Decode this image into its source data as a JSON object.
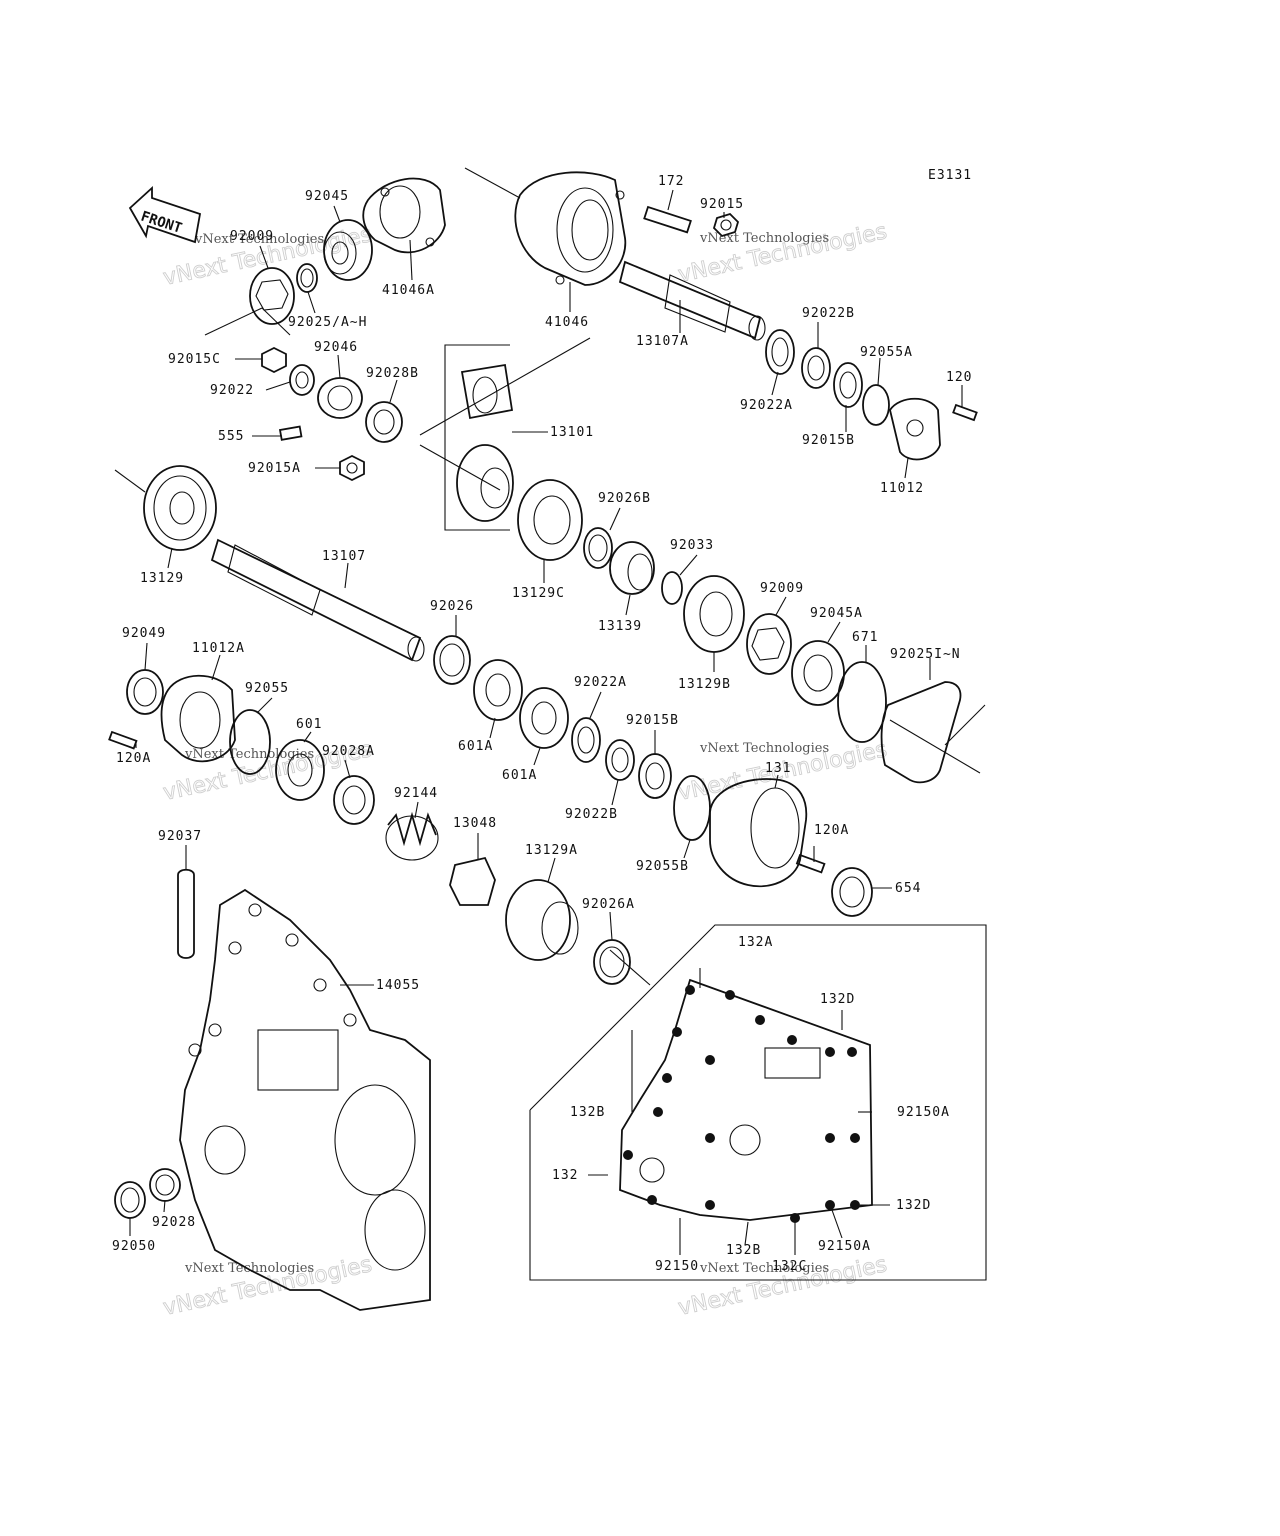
{
  "diagram_code": "E3131",
  "front_label": "FRONT",
  "watermark": {
    "big": "vNext Technologies",
    "small": "vNext Technologies"
  },
  "parts": [
    {
      "id": "p92045",
      "label": "92045"
    },
    {
      "id": "p92009a",
      "label": "92009"
    },
    {
      "id": "p41046A",
      "label": "41046A"
    },
    {
      "id": "p92025AH",
      "label": "92025/A~H"
    },
    {
      "id": "p41046",
      "label": "41046"
    },
    {
      "id": "p172",
      "label": "172"
    },
    {
      "id": "p92015",
      "label": "92015"
    },
    {
      "id": "p13107A",
      "label": "13107A"
    },
    {
      "id": "p92022B_t",
      "label": "92022B"
    },
    {
      "id": "p92055A",
      "label": "92055A"
    },
    {
      "id": "p120",
      "label": "120"
    },
    {
      "id": "p92022A_t",
      "label": "92022A"
    },
    {
      "id": "p92015B_t",
      "label": "92015B"
    },
    {
      "id": "p11012",
      "label": "11012"
    },
    {
      "id": "p92015C",
      "label": "92015C"
    },
    {
      "id": "p92046",
      "label": "92046"
    },
    {
      "id": "p92022",
      "label": "92022"
    },
    {
      "id": "p92028B",
      "label": "92028B"
    },
    {
      "id": "p555",
      "label": "555"
    },
    {
      "id": "p13101",
      "label": "13101"
    },
    {
      "id": "p92015A",
      "label": "92015A"
    },
    {
      "id": "p13129",
      "label": "13129"
    },
    {
      "id": "p13107",
      "label": "13107"
    },
    {
      "id": "p92026B",
      "label": "92026B"
    },
    {
      "id": "p13129C",
      "label": "13129C"
    },
    {
      "id": "p92033",
      "label": "92033"
    },
    {
      "id": "p13139",
      "label": "13139"
    },
    {
      "id": "p92009b",
      "label": "92009"
    },
    {
      "id": "p92045A",
      "label": "92045A"
    },
    {
      "id": "p671",
      "label": "671"
    },
    {
      "id": "p92025IN",
      "label": "92025I~N"
    },
    {
      "id": "p13129B",
      "label": "13129B"
    },
    {
      "id": "p92026",
      "label": "92026"
    },
    {
      "id": "p92049",
      "label": "92049"
    },
    {
      "id": "p11012A",
      "label": "11012A"
    },
    {
      "id": "p92055",
      "label": "92055"
    },
    {
      "id": "p601",
      "label": "601"
    },
    {
      "id": "p601A_1",
      "label": "601A"
    },
    {
      "id": "p601A_2",
      "label": "601A"
    },
    {
      "id": "p92022A_m",
      "label": "92022A"
    },
    {
      "id": "p92015B_m",
      "label": "92015B"
    },
    {
      "id": "p120A_l",
      "label": "120A"
    },
    {
      "id": "p92028A",
      "label": "92028A"
    },
    {
      "id": "p92022B_m",
      "label": "92022B"
    },
    {
      "id": "p131",
      "label": "131"
    },
    {
      "id": "p92144",
      "label": "92144"
    },
    {
      "id": "p13048",
      "label": "13048"
    },
    {
      "id": "p92037",
      "label": "92037"
    },
    {
      "id": "p120A_r",
      "label": "120A"
    },
    {
      "id": "p92055B",
      "label": "92055B"
    },
    {
      "id": "p13129A",
      "label": "13129A"
    },
    {
      "id": "p654",
      "label": "654"
    },
    {
      "id": "p92026A",
      "label": "92026A"
    },
    {
      "id": "p14055",
      "label": "14055"
    },
    {
      "id": "p132A",
      "label": "132A"
    },
    {
      "id": "p132D_t",
      "label": "132D"
    },
    {
      "id": "p132B_l",
      "label": "132B"
    },
    {
      "id": "p92150A_t",
      "label": "92150A"
    },
    {
      "id": "p132",
      "label": "132"
    },
    {
      "id": "p132D_b",
      "label": "132D"
    },
    {
      "id": "p92028",
      "label": "92028"
    },
    {
      "id": "p92050",
      "label": "92050"
    },
    {
      "id": "p92150",
      "label": "92150"
    },
    {
      "id": "p132B_b",
      "label": "132B"
    },
    {
      "id": "p132C",
      "label": "132C"
    },
    {
      "id": "p92150A_b",
      "label": "92150A"
    }
  ]
}
